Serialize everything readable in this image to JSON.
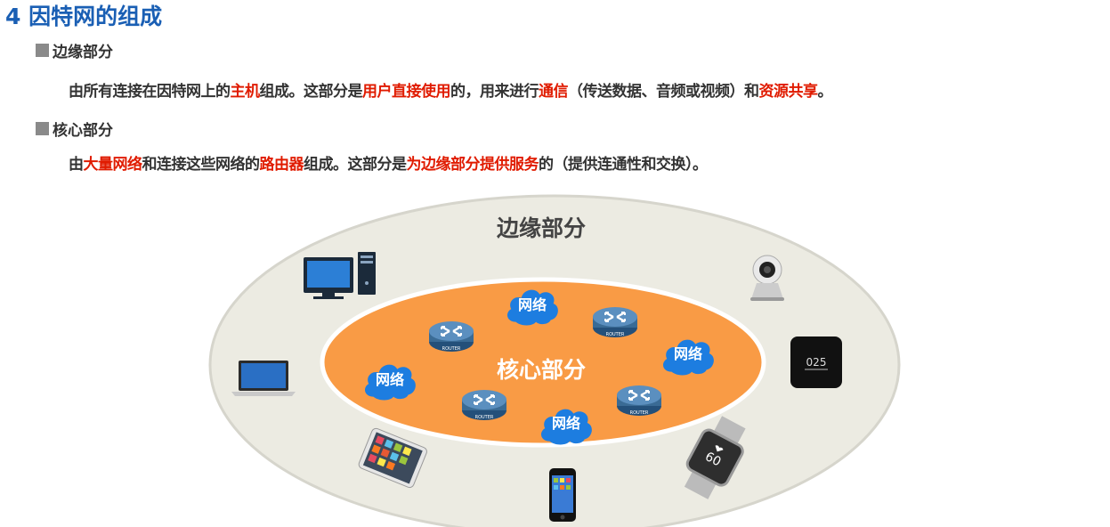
{
  "title": "4 因特网的组成",
  "edge_section": {
    "heading": "边缘部分",
    "desc": [
      {
        "text": "由所有连接在因特网上的",
        "hl": false
      },
      {
        "text": "主机",
        "hl": true
      },
      {
        "text": "组成。这部分是",
        "hl": false
      },
      {
        "text": "用户直接使用",
        "hl": true
      },
      {
        "text": "的，用来进行",
        "hl": false
      },
      {
        "text": "通信",
        "hl": true
      },
      {
        "text": "（传送数据、音频或视频）和",
        "hl": false
      },
      {
        "text": "资源共享",
        "hl": true
      },
      {
        "text": "。",
        "hl": false
      }
    ]
  },
  "core_section": {
    "heading": "核心部分",
    "desc": [
      {
        "text": "由",
        "hl": false
      },
      {
        "text": "大量网络",
        "hl": true
      },
      {
        "text": "和连接这些网络的",
        "hl": false
      },
      {
        "text": "路由器",
        "hl": true
      },
      {
        "text": "组成。这部分是",
        "hl": false
      },
      {
        "text": "为边缘部分提供服务",
        "hl": true
      },
      {
        "text": "的（提供连通性和交换）。",
        "hl": false
      }
    ]
  },
  "diagram": {
    "outer_label": "边缘部分",
    "inner_label": "核心部分",
    "network_label": "网络",
    "router_label": "ROUTER",
    "device_screen_text": "025",
    "watch_screen_text": "60",
    "colors": {
      "outer_fill": "#ecebe2",
      "outer_stroke": "#d6d5cc",
      "inner_fill": "#f99b45",
      "inner_stroke": "#ffffff",
      "cloud": "#1d7de0",
      "router": "#3a6b95",
      "highlight": "#e01b00",
      "title": "#1a5fb4"
    }
  }
}
